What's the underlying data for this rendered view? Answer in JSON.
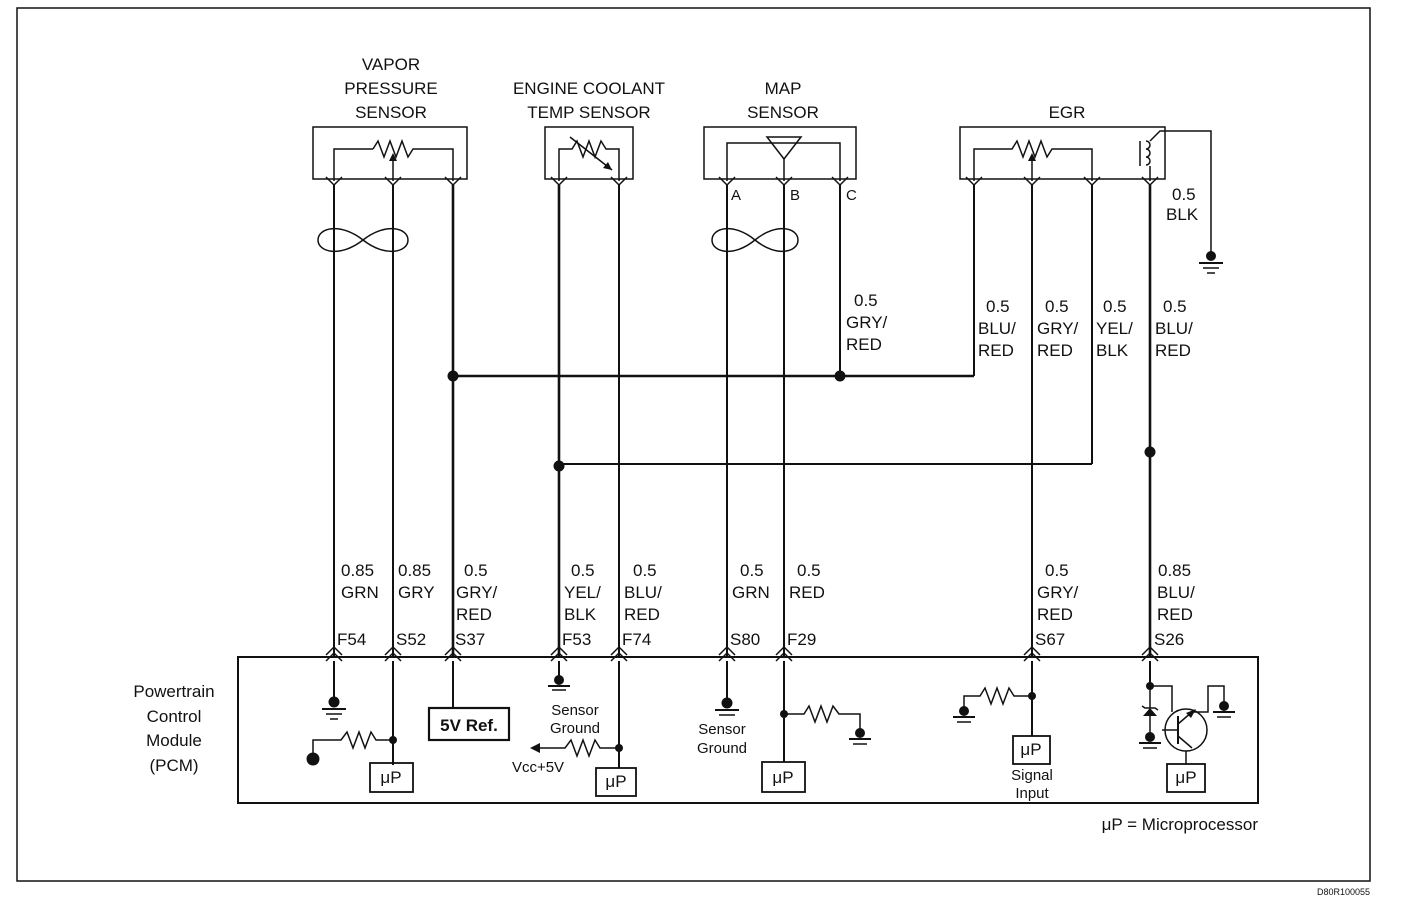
{
  "sensors": {
    "vapor_pressure": [
      "VAPOR",
      "PRESSURE",
      "SENSOR"
    ],
    "engine_coolant": [
      "ENGINE COOLANT",
      "TEMP SENSOR"
    ],
    "map": [
      "MAP",
      "SENSOR"
    ],
    "egr": [
      "EGR"
    ]
  },
  "map_pins": [
    "A",
    "B",
    "C"
  ],
  "egr_ground_wire": [
    "0.5",
    "BLK"
  ],
  "upper_wires": [
    [
      "0.5",
      "GRY/",
      "RED"
    ],
    [
      "0.5",
      "BLU/",
      "RED"
    ],
    [
      "0.5",
      "GRY/",
      "RED"
    ],
    [
      "0.5",
      "YEL/",
      "BLK"
    ],
    [
      "0.5",
      "BLU/",
      "RED"
    ]
  ],
  "lower_wires": [
    [
      "0.85",
      "GRN"
    ],
    [
      "0.85",
      "GRY"
    ],
    [
      "0.5",
      "GRY/",
      "RED"
    ],
    [
      "0.5",
      "YEL/",
      "BLK"
    ],
    [
      "0.5",
      "BLU/",
      "RED"
    ],
    [
      "0.5",
      "GRN"
    ],
    [
      "0.5",
      "RED"
    ],
    [
      "0.5",
      "GRY/",
      "RED"
    ],
    [
      "0.85",
      "BLU/",
      "RED"
    ]
  ],
  "pins": [
    "F54",
    "S52",
    "S37",
    "F53",
    "F74",
    "S80",
    "F29",
    "S67",
    "S26"
  ],
  "pcm_label": [
    "Powertrain",
    "Control",
    "Module",
    "(PCM)"
  ],
  "ref_box": "5V Ref.",
  "micro": "μP",
  "sensor_ground": [
    "Sensor",
    "Ground"
  ],
  "vcc": "Vcc+5V",
  "signal_input": [
    "Signal",
    "Input"
  ],
  "legend": "μP = Microprocessor",
  "diagram_id": "D80R100055"
}
